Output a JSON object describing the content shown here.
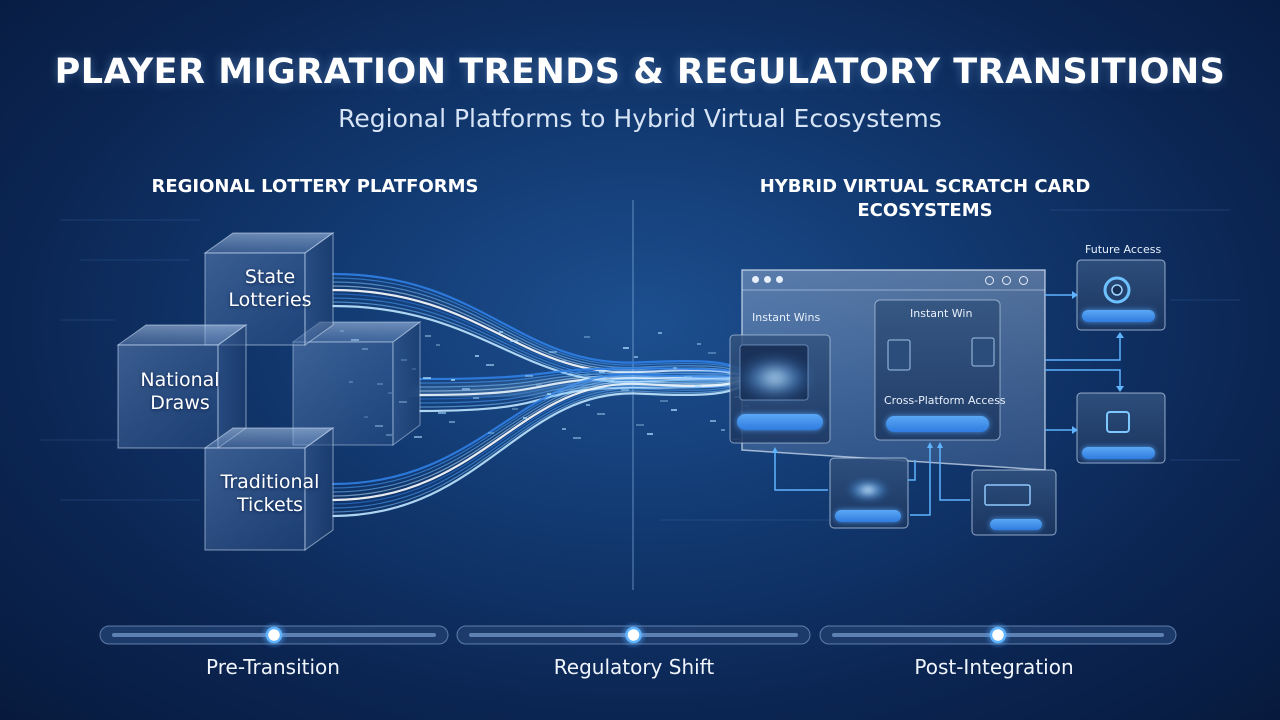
{
  "header": {
    "title": "PLAYER MIGRATION TRENDS & REGULATORY TRANSITIONS",
    "subtitle": "Regional Platforms to Hybrid Virtual Ecosystems"
  },
  "left_section": {
    "label": "REGIONAL LOTTERY PLATFORMS",
    "cubes": [
      "State Lotteries",
      "National Draws",
      "Traditional Tickets"
    ]
  },
  "right_section": {
    "label_line1": "HYBRID VIRTUAL SCRATCH CARD",
    "label_line2": "ECOSYSTEMS",
    "main_panel": {
      "instant_wins_label": "Instant Wins",
      "instant_win_label": "Instant Win",
      "cross_platform_label": "Cross-Platform Access"
    },
    "side_panel_label": "Future Access"
  },
  "timeline": {
    "stages": [
      "Pre-Transition",
      "Regulatory Shift",
      "Post-Integration"
    ]
  },
  "colors": {
    "background": "#0b2552",
    "accent": "#4aa3ff",
    "glow": "#9fd4ff"
  }
}
